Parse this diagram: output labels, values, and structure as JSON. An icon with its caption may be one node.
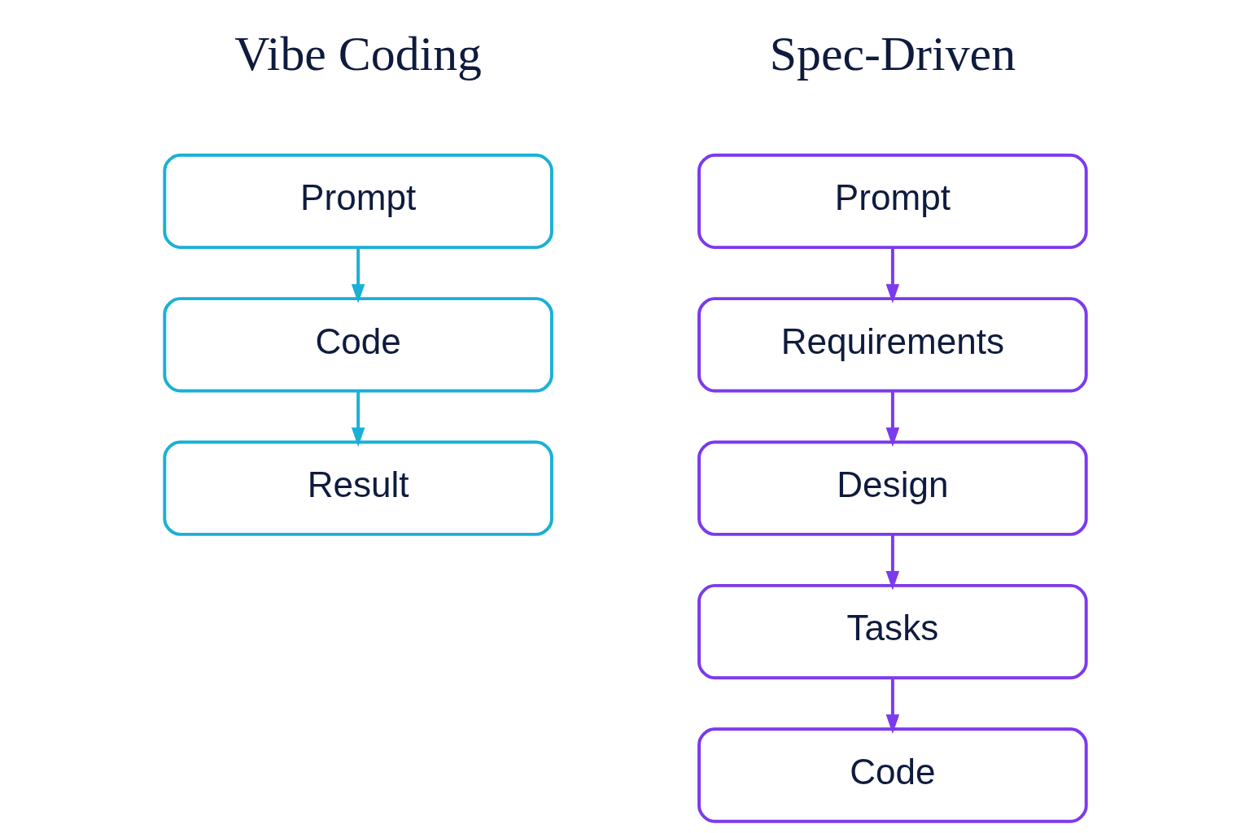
{
  "diagram": {
    "nodes": [
      {
        "text": [
          "Prompt"
        ]
      },
      {
        "text": [
          "Code"
        ]
      },
      {
        "text": [
          "Result"
        ]
      },
      {
        "text": [
          "Prompt"
        ]
      },
      {
        "text": [
          "Requirements"
        ]
      },
      {
        "text": [
          "Design"
        ]
      },
      {
        "text": [
          "Tasks"
        ]
      },
      {
        "text": [
          "Code"
        ]
      }
    ],
    "edges": [
      {
        "from": 0,
        "to": 1,
        "arrow": "to",
        "color": "#1ab0d6"
      },
      {
        "from": 1,
        "to": 2,
        "arrow": "to",
        "color": "#1ab0d6"
      },
      {
        "from": 3,
        "to": 4,
        "arrow": "to"
      },
      {
        "from": 4,
        "to": 5,
        "arrow": "to"
      },
      {
        "from": 5,
        "to": 6,
        "arrow": "to"
      },
      {
        "from": 6,
        "to": 7,
        "arrow": "to"
      }
    ],
    "labels": [
      "Vibe Coding",
      "Spec-Driven"
    ]
  }
}
